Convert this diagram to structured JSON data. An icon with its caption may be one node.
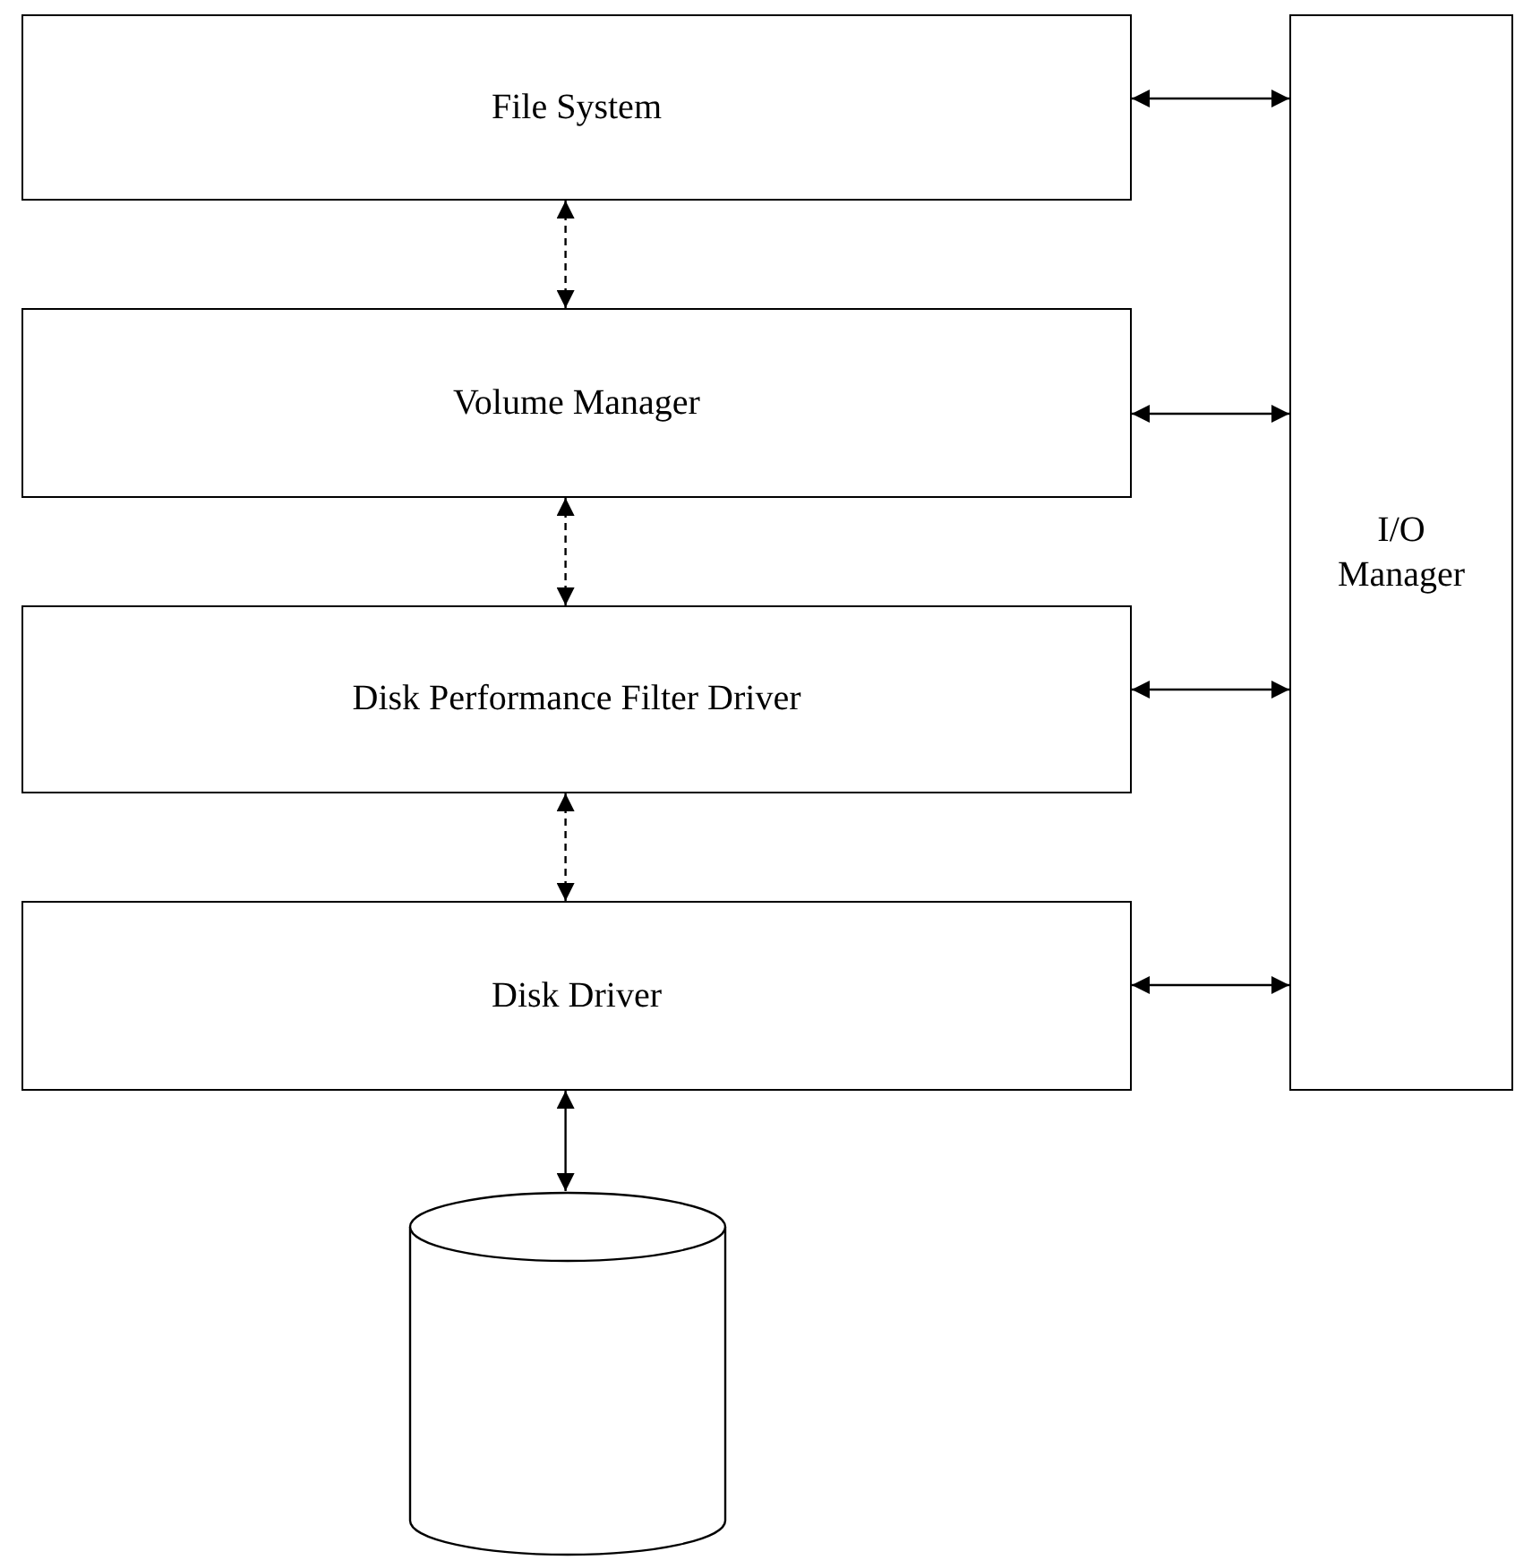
{
  "diagram": {
    "nodes": [
      {
        "text": [
          "File System"
        ]
      },
      {
        "text": [
          "Volume Manager"
        ]
      },
      {
        "text": [
          "Disk Performance Filter Driver"
        ]
      },
      {
        "text": [
          "Disk Driver"
        ]
      },
      {
        "text": [
          "I/O Manager"
        ]
      },
      {
        "text": [],
        "shape": "cylinder"
      }
    ],
    "edges": [
      {
        "from": 0,
        "to": 1,
        "arrow": "both",
        "style": "dashed"
      },
      {
        "from": 1,
        "to": 2,
        "arrow": "both",
        "style": "dashed"
      },
      {
        "from": 2,
        "to": 3,
        "arrow": "both",
        "style": "dashed"
      },
      {
        "from": 3,
        "to": 5,
        "arrow": "both"
      },
      {
        "from": 0,
        "to": 4,
        "arrow": "both"
      },
      {
        "from": 1,
        "to": 4,
        "arrow": "both"
      },
      {
        "from": 2,
        "to": 4,
        "arrow": "both"
      },
      {
        "from": 3,
        "to": 4,
        "arrow": "both"
      }
    ]
  }
}
